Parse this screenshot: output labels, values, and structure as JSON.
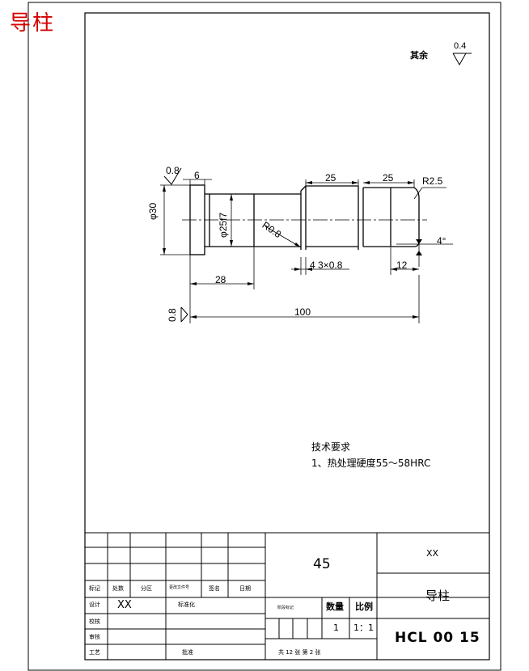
{
  "header": {
    "stamp_title": "导柱"
  },
  "surface_finish": {
    "other_label": "其余",
    "other_value": "0.4"
  },
  "dimensions": {
    "roughness_top": "0.8",
    "roughness_left": "0.8",
    "d6": "6",
    "d25a": "25",
    "d25b": "25",
    "r25": "R2.5",
    "dia30": "φ30",
    "dia25f7": "φ25f7",
    "r08": "R0.8",
    "angle4": "4°",
    "groove": "4 3×0.8",
    "d12": "12",
    "d28": "28",
    "d100": "100"
  },
  "requirements": {
    "heading": "技术要求",
    "item1": "1、热处理硬度55～58HRC"
  },
  "title_block": {
    "material": "45",
    "company": "XX",
    "part_name": "导柱",
    "drawing_no": "HCL  00  15",
    "qty_label": "数量",
    "scale_label": "比例",
    "qty_value": "1",
    "scale_value": "1：1",
    "stage_label": "阶段标记",
    "sheets": "共 12 张   第 2 张",
    "row_labels": {
      "mark": "标记",
      "count": "处数",
      "zone": "分区",
      "change_doc": "更改文件号",
      "sign": "签名",
      "date": "日期",
      "design": "设计",
      "design_value": "XX",
      "standardize": "标准化",
      "check": "校核",
      "review": "审核",
      "process": "工艺",
      "approve": "批准"
    }
  }
}
